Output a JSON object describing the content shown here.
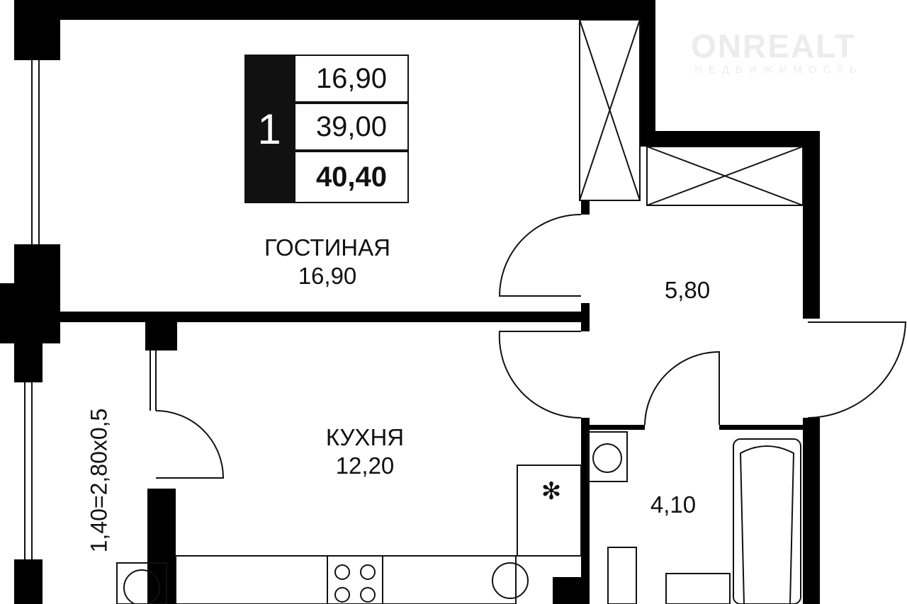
{
  "summary": {
    "rooms": "1",
    "living_area": "16,90",
    "total_area": "39,00",
    "total_with_balcony": "40,40"
  },
  "rooms": [
    {
      "name": "ГОСТИНАЯ",
      "area": "16,90"
    },
    {
      "name": "КУХНЯ",
      "area": "12,20"
    },
    {
      "name": "",
      "area": "5,80"
    },
    {
      "name": "",
      "area": "4,10"
    }
  ],
  "balcony_dimension": "1,40=2,80x0,5",
  "watermark": {
    "brand": "ONREALT",
    "tagline": "НЕДВИЖИМОСТЬ"
  }
}
